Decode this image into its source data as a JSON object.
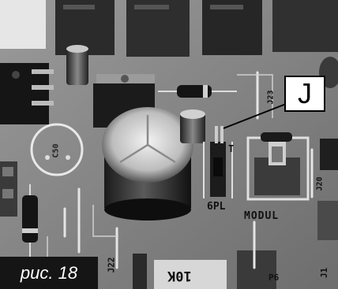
{
  "callout": {
    "letter": "J"
  },
  "caption": {
    "text": "рис. 18"
  },
  "board_labels": {
    "gpl": "6PL",
    "modul": "MODUL",
    "c50": "C50",
    "j22": "J22",
    "j23": "J23",
    "j20": "J20",
    "j1": "J1",
    "p6": "P6",
    "resistor": "10K",
    "t": "T"
  }
}
